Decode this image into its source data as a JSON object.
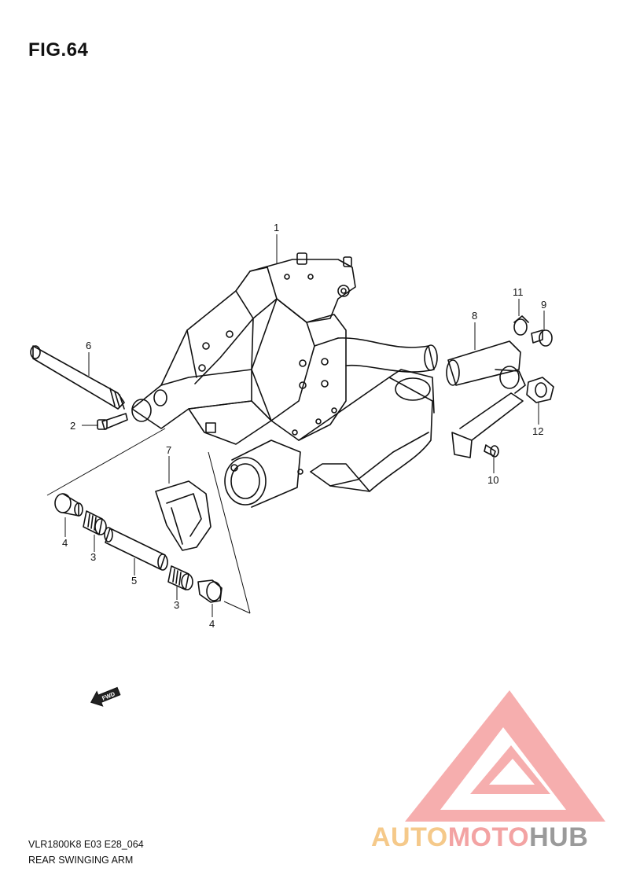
{
  "figure": {
    "title": "FIG.64"
  },
  "footer": {
    "model_code": "VLR1800K8 E03 E28_064",
    "section_name": "REAR SWINGING ARM"
  },
  "fwd_label": "FWD",
  "watermark": {
    "part1": "AUTO",
    "part2": "MOTO",
    "part3": "HUB",
    "colors": {
      "auto": "#f5c98a",
      "moto": "#f3a3a3",
      "hub": "#9a9a9a",
      "logo": "#f4a0a0"
    }
  },
  "callouts": {
    "c1": "1",
    "c2": "2",
    "c3a": "3",
    "c3b": "3",
    "c4a": "4",
    "c4b": "4",
    "c5": "5",
    "c6": "6",
    "c7": "7",
    "c8": "8",
    "c9": "9",
    "c10": "10",
    "c11": "11",
    "c12": "12"
  }
}
